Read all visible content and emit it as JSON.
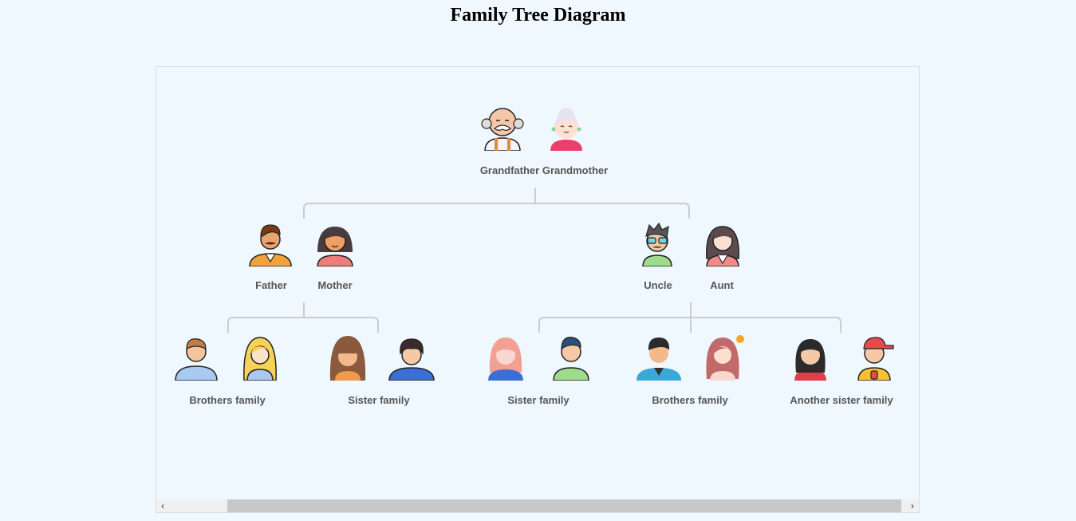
{
  "page": {
    "title": "Family Tree Diagram"
  },
  "tree": {
    "grandparents": {
      "label": "Grandfather Grandmother",
      "members": [
        {
          "icon": "grandfather-avatar-icon"
        },
        {
          "icon": "grandmother-avatar-icon"
        }
      ]
    },
    "parents": [
      {
        "members": [
          {
            "label": "Father",
            "icon": "father-avatar-icon"
          },
          {
            "label": "Mother",
            "icon": "mother-avatar-icon"
          }
        ]
      },
      {
        "members": [
          {
            "label": "Uncle",
            "icon": "uncle-avatar-icon"
          },
          {
            "label": "Aunt",
            "icon": "aunt-avatar-icon"
          }
        ]
      }
    ],
    "children": [
      {
        "label": "Brothers family"
      },
      {
        "label": "Sister family"
      },
      {
        "label": "Sister family"
      },
      {
        "label": "Brothers family"
      },
      {
        "label": "Another sister family"
      }
    ]
  },
  "colors": {
    "background": "#f0f8ff",
    "connector": "#cccccc",
    "label": "#555555"
  }
}
